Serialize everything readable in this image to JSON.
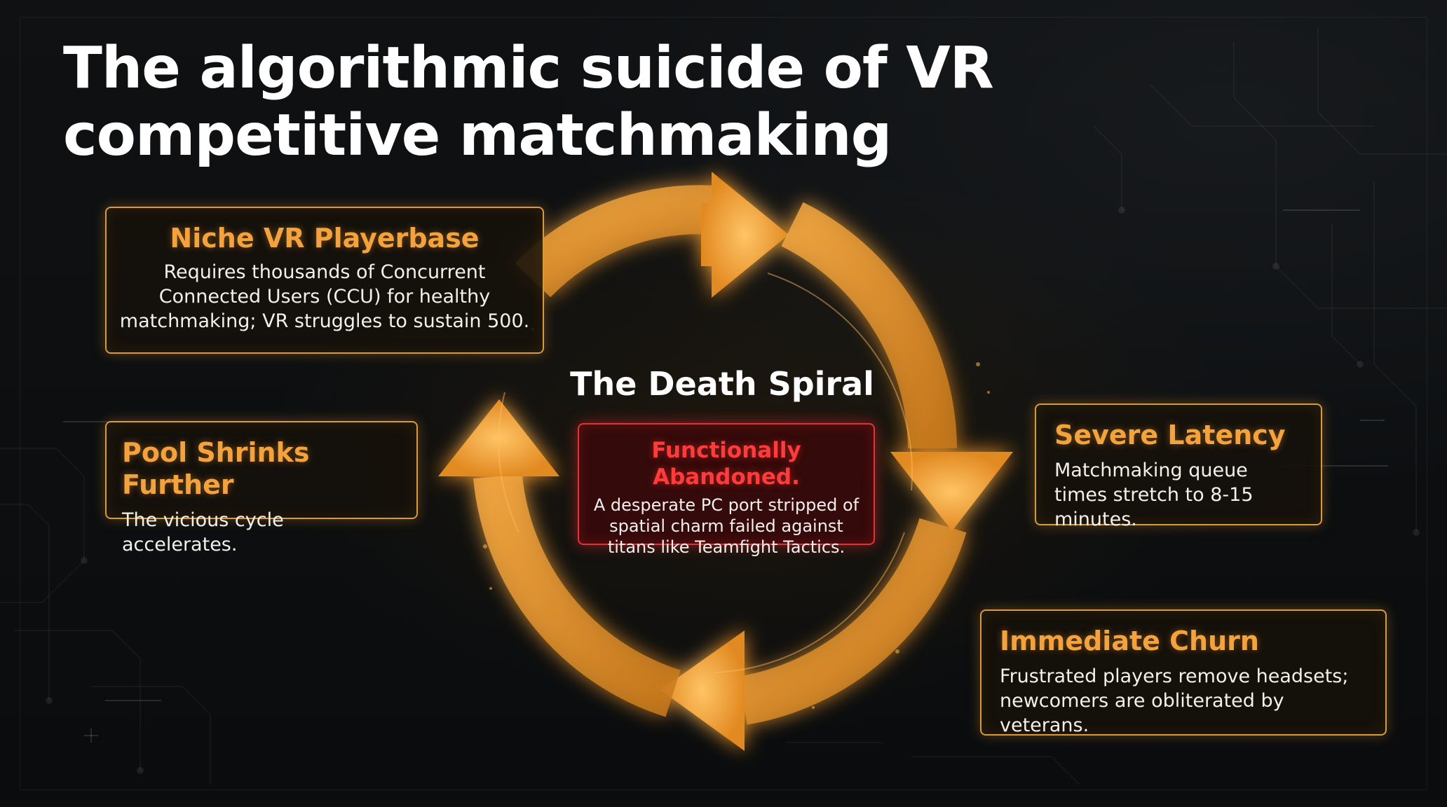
{
  "title": "The algorithmic suicide of VR competitive matchmaking",
  "colors": {
    "accent": "#f3a23e",
    "arrow": "#e89a32",
    "alert": "#e0343a",
    "background": "#0b0d0f"
  },
  "center": {
    "title": "The Death Spiral",
    "alert_title": "Functionally Abandoned.",
    "alert_body": "A desperate PC port stripped of spatial charm failed against titans like Teamfight Tactics."
  },
  "stages": {
    "niche": {
      "title": "Niche VR Playerbase",
      "body": "Requires thousands of Concurrent Connected Users (CCU) for healthy matchmaking; VR struggles to sustain 500."
    },
    "latency": {
      "title": "Severe Latency",
      "body": "Matchmaking queue times stretch to 8-15 minutes."
    },
    "churn": {
      "title": "Immediate Churn",
      "body": "Frustrated players remove headsets; newcomers are obliterated by veterans."
    },
    "pool": {
      "title": "Pool Shrinks Further",
      "body": "The vicious cycle accelerates."
    }
  },
  "icons": {
    "cycle": "circular-arrow-cycle"
  }
}
